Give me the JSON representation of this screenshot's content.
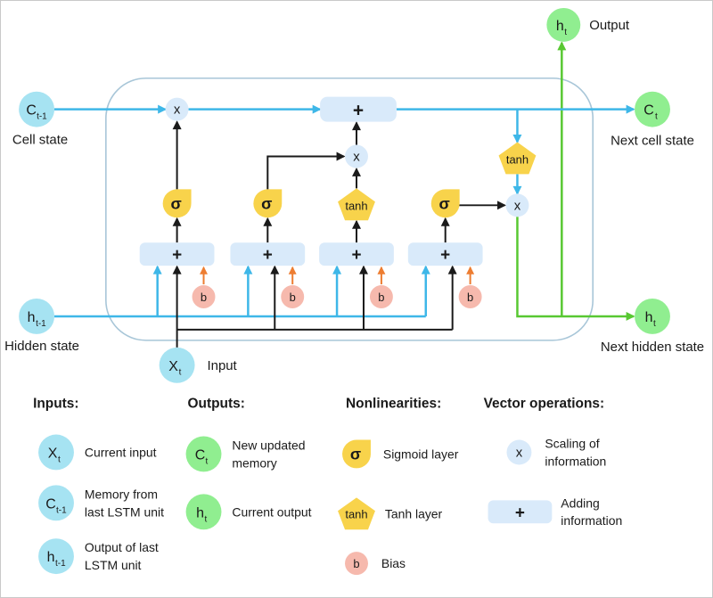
{
  "colors": {
    "node_input_cyan": "#a6e3f2",
    "node_output_green": "#90ee90",
    "op_fill_blue": "#d9eafa",
    "gate_yellow": "#f8d34b",
    "bias_pink": "#f6b9ad",
    "line_blue": "#3eb7e8",
    "line_green": "#58c832",
    "line_black": "#1a1a1a",
    "line_orange": "#ed7d31",
    "cell_border": "#a8c6d8"
  },
  "diagram": {
    "labels": {
      "output": "Output",
      "cell_state": "Cell state",
      "next_cell_state": "Next cell state",
      "hidden_state": "Hidden state",
      "next_hidden_state": "Next hidden state",
      "input": "Input"
    },
    "symbols": {
      "h_t": {
        "main": "h",
        "sub": "t"
      },
      "c_prev": {
        "main": "C",
        "sub": "t-1"
      },
      "c_next": {
        "main": "C",
        "sub": "t"
      },
      "h_prev": {
        "main": "h",
        "sub": "t-1"
      },
      "x_input": {
        "main": "X",
        "sub": "t"
      }
    },
    "ops": {
      "multiply": "x",
      "add": "+",
      "sigma": "σ",
      "tanh": "tanh",
      "bias": "b"
    }
  },
  "legend": {
    "inputs": {
      "header": "Inputs:",
      "items": [
        {
          "symbol": {
            "main": "X",
            "sub": "t"
          },
          "lines": [
            "Current input"
          ]
        },
        {
          "symbol": {
            "main": "C",
            "sub": "t-1"
          },
          "lines": [
            "Memory from",
            "last LSTM unit"
          ]
        },
        {
          "symbol": {
            "main": "h",
            "sub": "t-1"
          },
          "lines": [
            "Output of last",
            "LSTM unit"
          ]
        }
      ]
    },
    "outputs": {
      "header": "Outputs:",
      "items": [
        {
          "symbol": {
            "main": "C",
            "sub": "t"
          },
          "lines": [
            "New updated",
            "memory"
          ]
        },
        {
          "symbol": {
            "main": "h",
            "sub": "t"
          },
          "lines": [
            "Current output"
          ]
        }
      ]
    },
    "nonlinearities": {
      "header": "Nonlinearities:",
      "items": [
        {
          "symbol": "σ",
          "lines": [
            "Sigmoid layer"
          ]
        },
        {
          "symbol": "tanh",
          "lines": [
            "Tanh layer"
          ]
        },
        {
          "symbol": "b",
          "lines": [
            "Bias"
          ]
        }
      ]
    },
    "vector_operations": {
      "header": "Vector operations:",
      "items": [
        {
          "symbol": "x",
          "lines": [
            "Scaling of",
            "information"
          ]
        },
        {
          "symbol": "+",
          "lines": [
            "Adding",
            "information"
          ]
        }
      ]
    }
  }
}
